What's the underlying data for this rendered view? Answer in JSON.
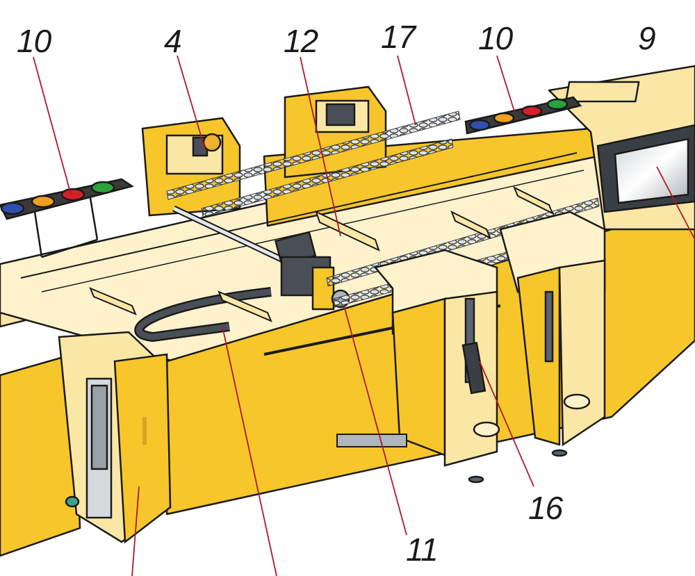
{
  "callouts": {
    "c10_left": "10",
    "c4": "4",
    "c12": "12",
    "c17": "17",
    "c10_right": "10",
    "c9": "9",
    "c16": "16",
    "c11": "11"
  },
  "colors": {
    "frame_yellow": "#f7c62b",
    "light_yellow": "#fbe7a5",
    "pale_yellow": "#fdf2cc",
    "outline": "#1a1a1a",
    "leader_red": "#b0182a",
    "chain": "#5a6470",
    "motor": "#4a4f57",
    "lamp_blue": "#2f4fb0",
    "lamp_amber": "#f0a020",
    "lamp_red": "#d4202a",
    "lamp_green": "#2aa33a"
  }
}
